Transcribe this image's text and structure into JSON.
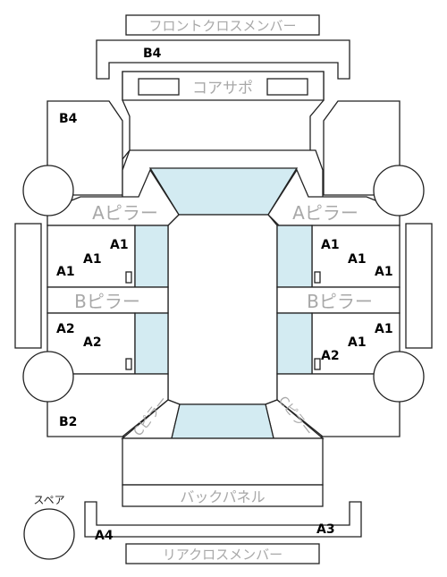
{
  "labels": {
    "front_cross_member": "フロントクロスメンバー",
    "core_support": "コアサポ",
    "a_pillar": "Aピラー",
    "b_pillar": "Bピラー",
    "c_pillar": "Cピラー",
    "back_panel": "バックパネル",
    "rear_cross_member": "リアクロスメンバー",
    "spare": "スペア"
  },
  "codes": {
    "b4": "B4",
    "b2": "B2",
    "a1": "A1",
    "a2": "A2",
    "a3": "A3",
    "a4": "A4"
  },
  "colors": {
    "line": "#222222",
    "glass": "#d3ebf2",
    "label_gray": "#a8a8a8"
  }
}
